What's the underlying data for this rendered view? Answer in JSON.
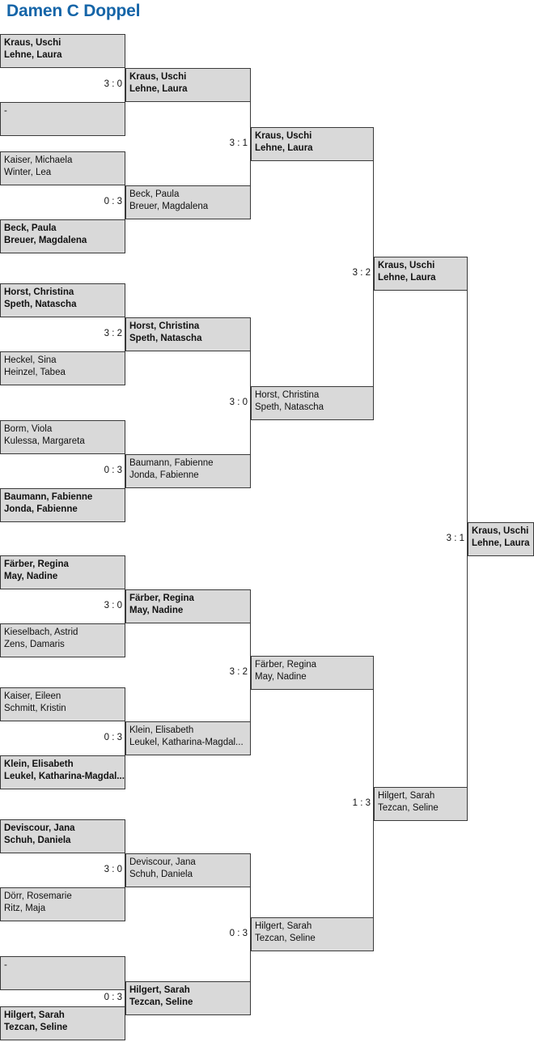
{
  "page": {
    "title": "Damen C Doppel",
    "accent_color": "#1565a8",
    "box_fill": "#d9d9d9",
    "box_border": "#3a3a3a"
  },
  "bracket": {
    "rounds": [
      {
        "name": "round-1",
        "matches": [
          {
            "score": "3 : 0",
            "teams": [
              {
                "p1": "Kraus, Uschi",
                "p2": "Lehne, Laura",
                "winner": true
              },
              {
                "p1": "-",
                "p2": "",
                "winner": false
              }
            ]
          },
          {
            "score": "0 : 3",
            "teams": [
              {
                "p1": "Kaiser, Michaela",
                "p2": "Winter, Lea",
                "winner": false
              },
              {
                "p1": "Beck, Paula",
                "p2": "Breuer, Magdalena",
                "winner": true
              }
            ]
          },
          {
            "score": "3 : 2",
            "teams": [
              {
                "p1": "Horst, Christina",
                "p2": "Speth, Natascha",
                "winner": true
              },
              {
                "p1": "Heckel, Sina",
                "p2": "Heinzel, Tabea",
                "winner": false
              }
            ]
          },
          {
            "score": "0 : 3",
            "teams": [
              {
                "p1": "Borm, Viola",
                "p2": "Kulessa, Margareta",
                "winner": false
              },
              {
                "p1": "Baumann, Fabienne",
                "p2": "Jonda, Fabienne",
                "winner": true
              }
            ]
          },
          {
            "score": "3 : 0",
            "teams": [
              {
                "p1": "Färber, Regina",
                "p2": "May, Nadine",
                "winner": true
              },
              {
                "p1": "Kieselbach, Astrid",
                "p2": "Zens, Damaris",
                "winner": false
              }
            ]
          },
          {
            "score": "0 : 3",
            "teams": [
              {
                "p1": "Kaiser, Eileen",
                "p2": "Schmitt, Kristin",
                "winner": false
              },
              {
                "p1": "Klein, Elisabeth",
                "p2": "Leukel, Katharina-Magdal...",
                "winner": true
              }
            ]
          },
          {
            "score": "3 : 0",
            "teams": [
              {
                "p1": "Deviscour, Jana",
                "p2": "Schuh, Daniela",
                "winner": true
              },
              {
                "p1": "Dörr, Rosemarie",
                "p2": "Ritz, Maja",
                "winner": false
              }
            ]
          },
          {
            "score": "0 : 3",
            "teams": [
              {
                "p1": "-",
                "p2": "",
                "winner": false
              },
              {
                "p1": "Hilgert, Sarah",
                "p2": "Tezcan, Seline",
                "winner": true
              }
            ]
          }
        ]
      },
      {
        "name": "round-2",
        "matches": [
          {
            "score": "3 : 1",
            "winner_box": {
              "p1": "Kraus, Uschi",
              "p2": "Lehne, Laura",
              "winner": true
            },
            "loser_box": {
              "p1": "Beck, Paula",
              "p2": "Breuer, Magdalena",
              "winner": false
            }
          },
          {
            "score": "3 : 0",
            "winner_box": {
              "p1": "Horst, Christina",
              "p2": "Speth, Natascha",
              "winner": true
            },
            "loser_box": {
              "p1": "Baumann, Fabienne",
              "p2": "Jonda, Fabienne",
              "winner": false
            }
          },
          {
            "score": "3 : 2",
            "winner_box": {
              "p1": "Färber, Regina",
              "p2": "May, Nadine",
              "winner": true
            },
            "loser_box": {
              "p1": "Klein, Elisabeth",
              "p2": "Leukel, Katharina-Magdal...",
              "winner": false
            }
          },
          {
            "score": "0 : 3",
            "winner_box": {
              "p1": "Deviscour, Jana",
              "p2": "Schuh, Daniela",
              "winner": false
            },
            "loser_box": {
              "p1": "Hilgert, Sarah",
              "p2": "Tezcan, Seline",
              "winner": true
            }
          }
        ]
      },
      {
        "name": "round-3-semifinals",
        "matches": [
          {
            "score": "3 : 2",
            "team": {
              "p1": "Kraus, Uschi",
              "p2": "Lehne, Laura",
              "winner": true
            }
          },
          {
            "score": "1 : 3",
            "team": {
              "p1": "Hilgert, Sarah",
              "p2": "Tezcan, Seline",
              "winner": false
            }
          }
        ]
      },
      {
        "name": "round-4-final",
        "matches": [
          {
            "score": "3 : 1",
            "team": {
              "p1": "Kraus, Uschi",
              "p2": "Lehne, Laura",
              "winner": true
            }
          }
        ]
      }
    ],
    "r2_boxes": [
      {
        "p1": "Kraus, Uschi",
        "p2": "Lehne, Laura",
        "winner": true
      },
      {
        "p1": "Beck, Paula",
        "p2": "Breuer, Magdalena",
        "winner": false
      },
      {
        "p1": "Horst, Christina",
        "p2": "Speth, Natascha",
        "winner": true
      },
      {
        "p1": "Baumann, Fabienne",
        "p2": "Jonda, Fabienne",
        "winner": false
      },
      {
        "p1": "Färber, Regina",
        "p2": "May, Nadine",
        "winner": true
      },
      {
        "p1": "Klein, Elisabeth",
        "p2": "Leukel, Katharina-Magdal...",
        "winner": false
      },
      {
        "p1": "Deviscour, Jana",
        "p2": "Schuh, Daniela",
        "winner": false
      },
      {
        "p1": "Hilgert, Sarah",
        "p2": "Tezcan, Seline",
        "winner": true
      }
    ],
    "r3_boxes": [
      {
        "p1": "Kraus, Uschi",
        "p2": "Lehne, Laura",
        "winner": true
      },
      {
        "p1": "Horst, Christina",
        "p2": "Speth, Natascha",
        "winner": false
      },
      {
        "p1": "Färber, Regina",
        "p2": "May, Nadine",
        "winner": false
      },
      {
        "p1": "Hilgert, Sarah",
        "p2": "Tezcan, Seline",
        "winner": false
      }
    ],
    "r4_boxes": [
      {
        "p1": "Kraus, Uschi",
        "p2": "Lehne, Laura",
        "winner": true
      },
      {
        "p1": "Hilgert, Sarah",
        "p2": "Tezcan, Seline",
        "winner": false
      }
    ],
    "r5_boxes": [
      {
        "p1": "Kraus, Uschi",
        "p2": "Lehne, Laura",
        "winner": true
      }
    ],
    "scores": {
      "r1": [
        "3 : 0",
        "0 : 3",
        "3 : 2",
        "0 : 3",
        "3 : 0",
        "0 : 3",
        "3 : 0",
        "0 : 3"
      ],
      "r2": [
        "3 : 1",
        "3 : 0",
        "3 : 2",
        "0 : 3"
      ],
      "r3": [
        "3 : 2",
        "1 : 3"
      ],
      "r4": [
        "3 : 1"
      ]
    }
  }
}
